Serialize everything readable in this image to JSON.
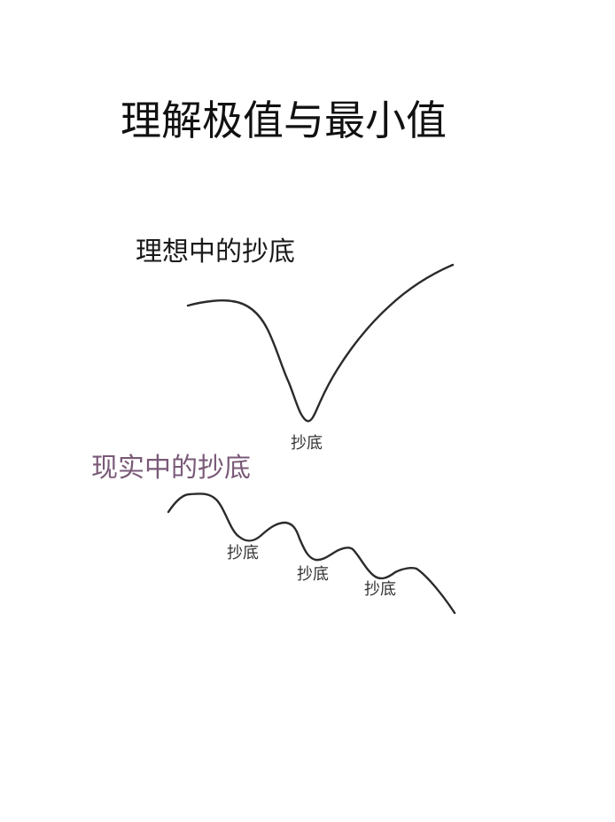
{
  "title": "理解极值与最小值",
  "ideal": {
    "heading": "理想中的抄底",
    "bottom_labels": [
      "抄底"
    ],
    "curve_description": "flat start, single sharp V-shaped dip, then steady rise to a higher level"
  },
  "reality": {
    "heading": "现实中的抄底",
    "heading_color": "#7a5a78",
    "bottom_labels": [
      "抄底",
      "抄底",
      "抄底"
    ],
    "curve_description": "repeated small dips on an overall downward trend"
  },
  "colors": {
    "background": "#ffffff",
    "text": "#111111",
    "curve": "#2b2b2b",
    "accent_purple": "#7a5a78"
  }
}
